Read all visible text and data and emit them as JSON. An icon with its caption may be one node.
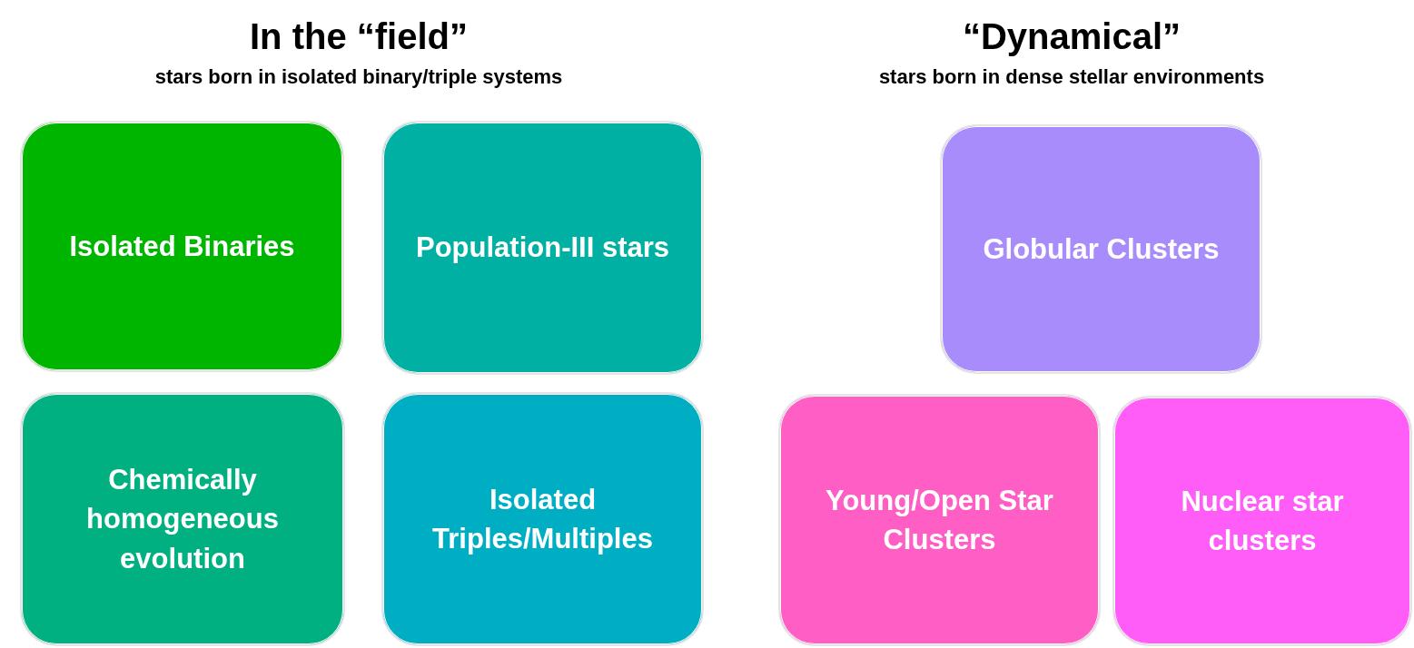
{
  "diagram": {
    "nodes": [
      {
        "text": [
          "Isolated Binaries"
        ]
      },
      {
        "text": [
          "Population-III stars"
        ]
      },
      {
        "text": [
          "Chemically homogeneous evolution"
        ]
      },
      {
        "text": [
          "Isolated Triples/Multiples"
        ]
      },
      {
        "text": [
          "Globular Clusters"
        ]
      },
      {
        "text": [
          "Young/Open Star Clusters"
        ]
      },
      {
        "text": [
          "Nuclear star clusters"
        ]
      }
    ],
    "labels": [
      "In the “field”",
      "stars born in isolated binary/triple systems",
      "“Dynamical”",
      "stars born in dense stellar environments"
    ]
  }
}
